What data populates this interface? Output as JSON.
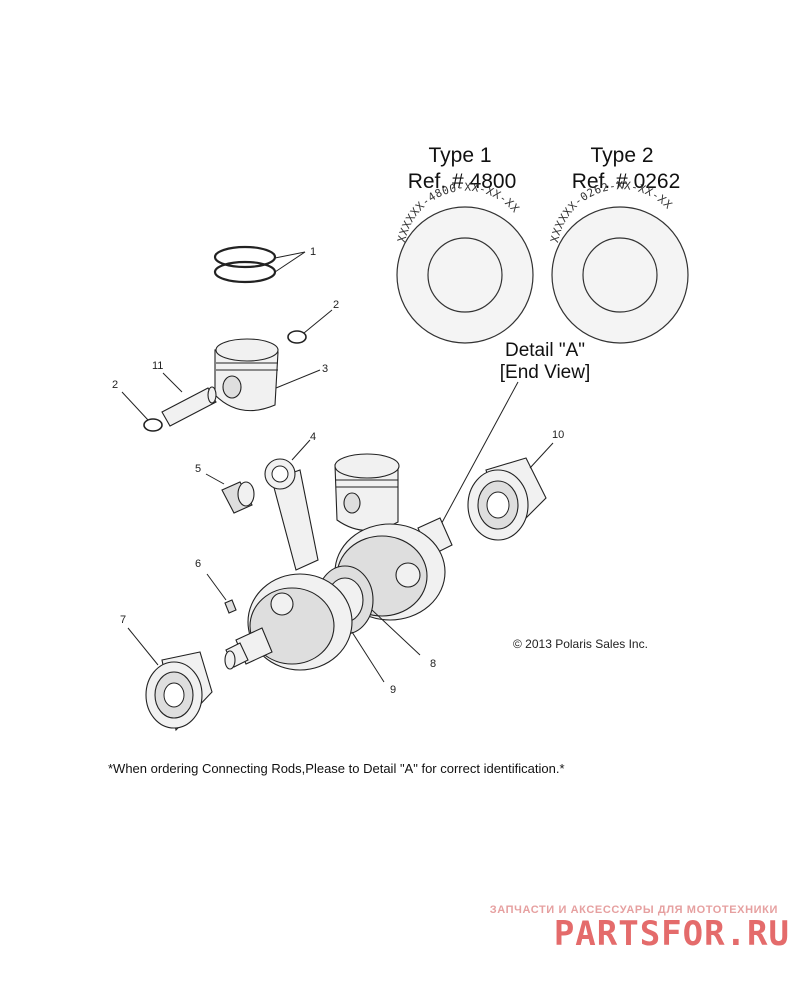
{
  "types": [
    {
      "title": "Type 1",
      "ref": "Ref. # 4800",
      "ring_text": "XXXXXX-4800-XX-XX-XX"
    },
    {
      "title": "Type 2",
      "ref": "Ref. # 0262",
      "ring_text": "XXXXXX-0262-XX-XX-XX"
    }
  ],
  "detail": {
    "line1": "Detail \"A\"",
    "line2": "[End View]"
  },
  "callouts": [
    "1",
    "2",
    "3",
    "11",
    "2",
    "4",
    "5",
    "10",
    "6",
    "7",
    "8",
    "9"
  ],
  "copyright": "© 2013 Polaris Sales Inc.",
  "note": "*When ordering Connecting Rods,Please to Detail \"A\" for correct identification.*",
  "watermark": {
    "tagline": "ЗАПЧАСТИ И АКСЕССУАРЫ ДЛЯ МОТОТЕХНИКИ",
    "brand": "PARTSFOR.RU"
  }
}
